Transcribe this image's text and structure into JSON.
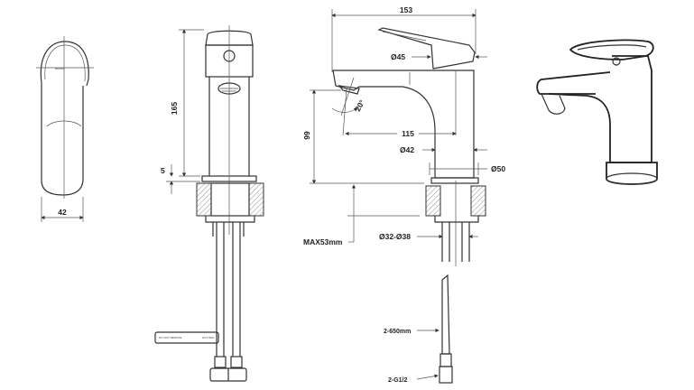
{
  "drawing": {
    "title": "Basin mixer technical drawing",
    "dimensions": {
      "overall_length": "153",
      "handle_diameter": "Ø45",
      "height": "165",
      "spout_height": "99",
      "spout_angle": "20°",
      "spout_reach": "115",
      "body_diameter": "Ø42",
      "base_diameter": "Ø50",
      "base_offset": "5",
      "handle_width": "42",
      "max_counter_thickness": "MAX53mm",
      "hole_diameter": "Ø32-Ø38",
      "hose_length": "2-650mm",
      "hose_thread": "2-G1/2"
    },
    "small_text": {
      "brand_mark": "BRAND",
      "tag_left": "DO NOT REMOVE",
      "tag_right": "HOT  RED"
    }
  }
}
